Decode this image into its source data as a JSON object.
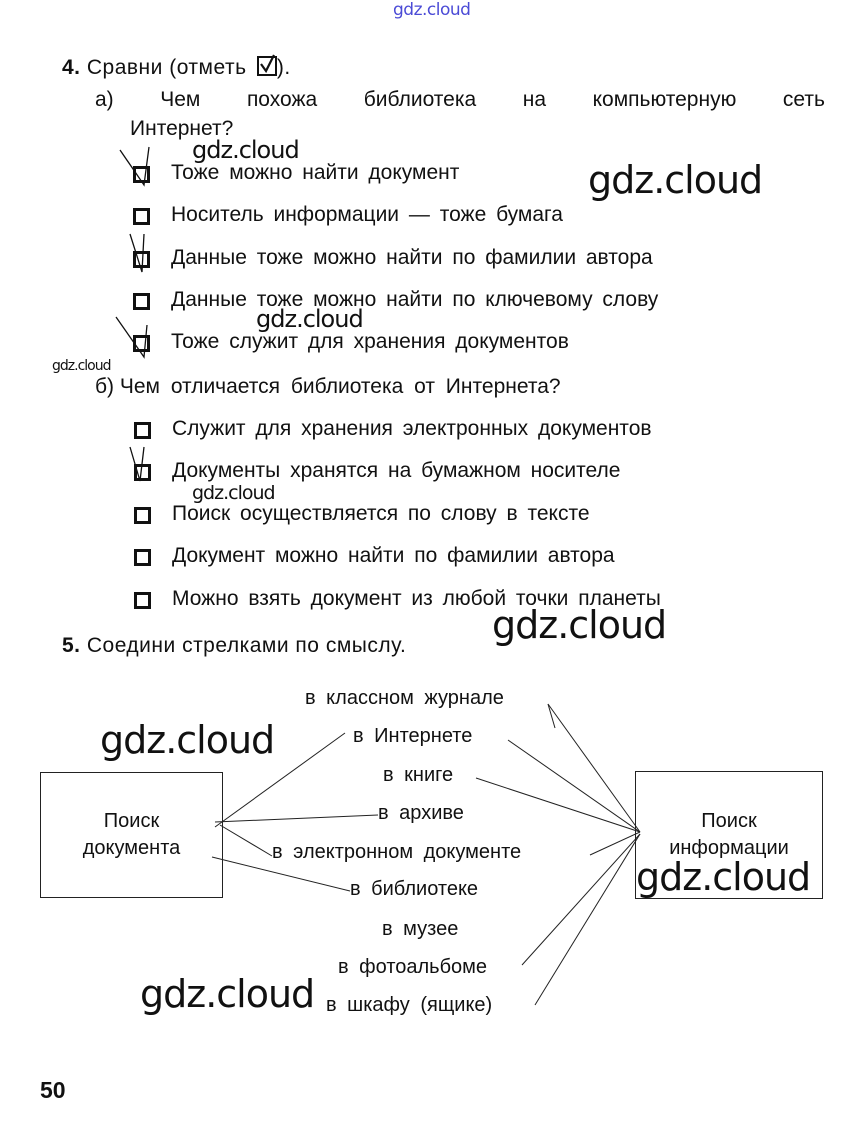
{
  "watermark": "gdz.cloud",
  "task4": {
    "number": "4.",
    "title": "Сравни (отметь",
    "title_end": ").",
    "part_a": {
      "label": "а)",
      "question_words": [
        "Чем",
        "похожа",
        "библиотека",
        "на",
        "компьютерную",
        "сеть"
      ],
      "question_line2": "Интернет?",
      "options": [
        {
          "text": "Тоже можно найти документ",
          "checked": true
        },
        {
          "text": "Носитель информации — тоже бумага",
          "checked": false
        },
        {
          "text": "Данные тоже можно найти по фамилии автора",
          "checked": true
        },
        {
          "text": "Данные тоже можно найти по ключевому слову",
          "checked": false
        },
        {
          "text": "Тоже служит для хранения документов",
          "checked": true
        }
      ]
    },
    "part_b": {
      "label": "б)",
      "question": "Чем отличается библиотека от Интернета?",
      "options": [
        {
          "text": "Служит для хранения электронных документов",
          "checked": false
        },
        {
          "text": "Документы хранятся на бумажном носителе",
          "checked": true
        },
        {
          "text": "Поиск осуществляется по слову в тексте",
          "checked": false
        },
        {
          "text": "Документ можно найти по фамилии автора",
          "checked": false
        },
        {
          "text": "Можно взять документ из любой точки планеты",
          "checked": false
        }
      ]
    }
  },
  "task5": {
    "number": "5.",
    "title": "Соедини стрелками по смыслу.",
    "left_box": {
      "line1": "Поиск",
      "line2": "документа"
    },
    "right_box": {
      "line1": "Поиск",
      "line2": "информации"
    },
    "words": [
      "в классном журнале",
      "в Интернете",
      "в книге",
      "в архиве",
      "в электронном документе",
      "в библиотеке",
      "в музее",
      "в фотоальбоме",
      "в шкафу (ящике)"
    ],
    "connections": {
      "left_box": [
        "в Интернете",
        "в архиве",
        "в электронном документе",
        "в библиотеке"
      ],
      "right_box": [
        "в классном журнале",
        "в Интернете",
        "в книге",
        "в электронном документе",
        "в фотоальбоме",
        "в шкафу (ящике)"
      ]
    }
  },
  "page_number": "50"
}
